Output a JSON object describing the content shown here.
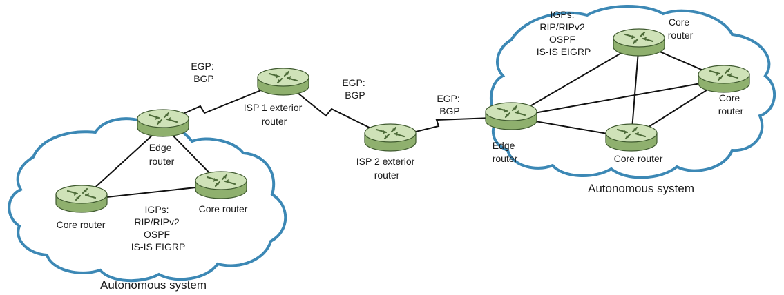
{
  "colors": {
    "cloud_outline": "#3c88b5",
    "router_body": "#9fbf80",
    "router_top": "#cfe2b8",
    "router_stroke": "#3f5a2f",
    "link": "#111111"
  },
  "left_as": {
    "caption": "Autonomous system",
    "edge_router": [
      "Edge",
      "router"
    ],
    "core_router_left": "Core router",
    "core_router_right": "Core router",
    "igps": [
      "IGPs:",
      "RIP/RIPv2",
      "OSPF",
      "IS-IS EIGRP"
    ]
  },
  "right_as": {
    "caption": "Autonomous system",
    "edge_router": [
      "Edge",
      "router"
    ],
    "core_router_top": [
      "Core",
      "router"
    ],
    "core_router_right": [
      "Core",
      "router"
    ],
    "core_router_bottom": "Core router",
    "igps": [
      "IGPs:",
      "RIP/RIPv2",
      "OSPF",
      "IS-IS EIGRP"
    ]
  },
  "isp1": {
    "label": [
      "ISP 1 exterior",
      "router"
    ]
  },
  "isp2": {
    "label": [
      "ISP 2 exterior",
      "router"
    ]
  },
  "egp_left": [
    "EGP:",
    "BGP"
  ],
  "egp_middle": [
    "EGP:",
    "BGP"
  ],
  "egp_right": [
    "EGP:",
    "BGP"
  ],
  "icons": [
    "router-icon"
  ]
}
